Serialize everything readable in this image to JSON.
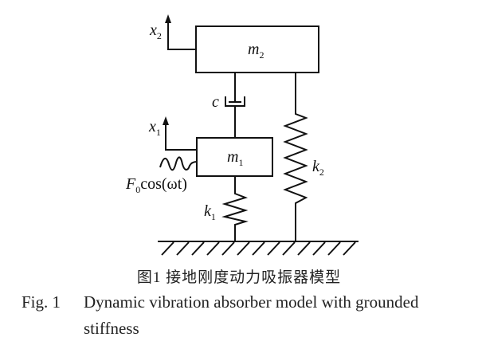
{
  "diagram": {
    "labels": {
      "m2": "m",
      "m2_sub": "2",
      "m1": "m",
      "m1_sub": "1",
      "c": "c",
      "k1": "k",
      "k1_sub": "1",
      "k2": "k",
      "k2_sub": "2",
      "x2": "x",
      "x2_sub": "2",
      "x1": "x",
      "x1_sub": "1",
      "force_F": "F",
      "force_sub": "0",
      "force_rest": "cos(ωt)"
    },
    "colors": {
      "stroke": "#111111",
      "background": "#ffffff"
    }
  },
  "caption": {
    "chinese": "图1   接地刚度动力吸振器模型",
    "english_number": "Fig. 1",
    "english_line1": "Dynamic vibration absorber model with grounded",
    "english_line2": "stiffness"
  }
}
